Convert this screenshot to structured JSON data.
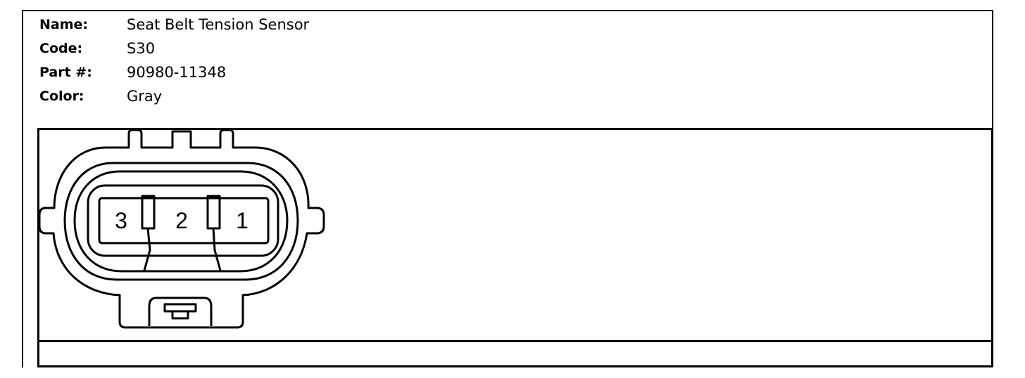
{
  "connector": {
    "name_label": "Name:",
    "name_value": "Seat Belt Tension Sensor",
    "code_label": "Code:",
    "code_value": "S30",
    "part_label": "Part #:",
    "part_value": "90980-11348",
    "color_label": "Color:",
    "color_value": "Gray"
  },
  "pins": [
    "3",
    "2",
    "1"
  ]
}
